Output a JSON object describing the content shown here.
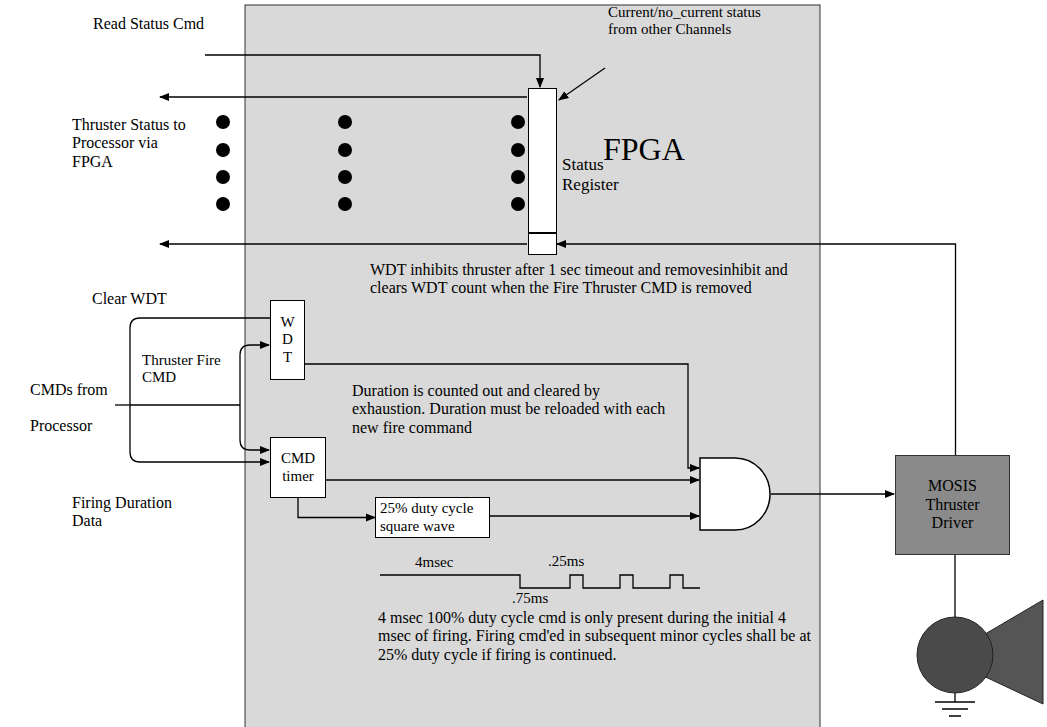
{
  "diagram": {
    "nodes": [
      {
        "text": [
          "FPGA"
        ]
      },
      {
        "text": [
          "Status Register"
        ],
        "in": 0
      },
      {
        "text": [
          "W D T"
        ],
        "in": 0
      },
      {
        "text": [
          "CMD timer"
        ],
        "in": 0
      },
      {
        "text": [
          "25% duty cycle square wave"
        ],
        "in": 0
      },
      {
        "text": [
          "MOSIS Thruster Driver"
        ]
      }
    ],
    "edges": [
      {
        "from": 3,
        "to": 4,
        "arrow": "to"
      },
      {
        "from": 5,
        "to": 1,
        "arrow": "to"
      }
    ],
    "labels": [
      "Read Status Cmd",
      "Current/no_current status from other Channels",
      "Thruster Status to Processor via FPGA",
      "WDT inhibits thruster after 1 sec timeout and removesinhibit and clears WDT count when the Fire Thruster  CMD is removed",
      "Clear WDT",
      "CMDs from Processor",
      "Thruster Fire CMD",
      "Duration is counted out and cleared by exhaustion. Duration must be reloaded with each new fire command",
      "Firing Duration Data",
      "4msec",
      ".25ms",
      ".75ms",
      "4 msec 100% duty cycle cmd is only present during the initial 4 msec of firing. Firing cmd'ed in subsequent minor cycles shall be at 25% duty cycle if firing is continued."
    ]
  }
}
